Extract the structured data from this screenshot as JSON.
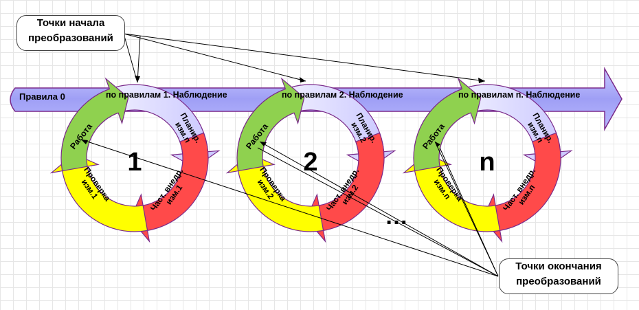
{
  "top_callout": {
    "line1": "Точки начала",
    "line2": "преобразований"
  },
  "bottom_callout": {
    "line1": "Точки окончания",
    "line2": "преобразований"
  },
  "arrow_start_label": "Правила 0",
  "ellipsis": "…",
  "cycles": [
    {
      "number": "1",
      "top_text": "Работа   по  правилам 1. Наблюдение",
      "plan": [
        "Планир.",
        "изм.п"
      ],
      "implement": [
        "Част. внедр.",
        "изм.1"
      ],
      "check": [
        "Проверка",
        "изм.1"
      ]
    },
    {
      "number": "2",
      "top_text": "Работа   по  правилам 2. Наблюдение",
      "plan": [
        "Планир.",
        "изм.2"
      ],
      "implement": [
        "Част. внедр.",
        "изм.2"
      ],
      "check": [
        "Проверка",
        "изм.2"
      ]
    },
    {
      "number": "n",
      "top_text": "Работа   по  правилам n. Наблюдение",
      "plan": [
        "Планир.",
        "изм.п"
      ],
      "implement": [
        "Част. внедр.",
        "изм.п"
      ],
      "check": [
        "Проверка",
        "изм.п"
      ]
    }
  ],
  "colors": {
    "main_arrow": "#a8a8f8",
    "plan": "#ff4a4a",
    "implement": "#ffff00",
    "check": "#8fd14f",
    "top_arc": "#f0efff"
  }
}
